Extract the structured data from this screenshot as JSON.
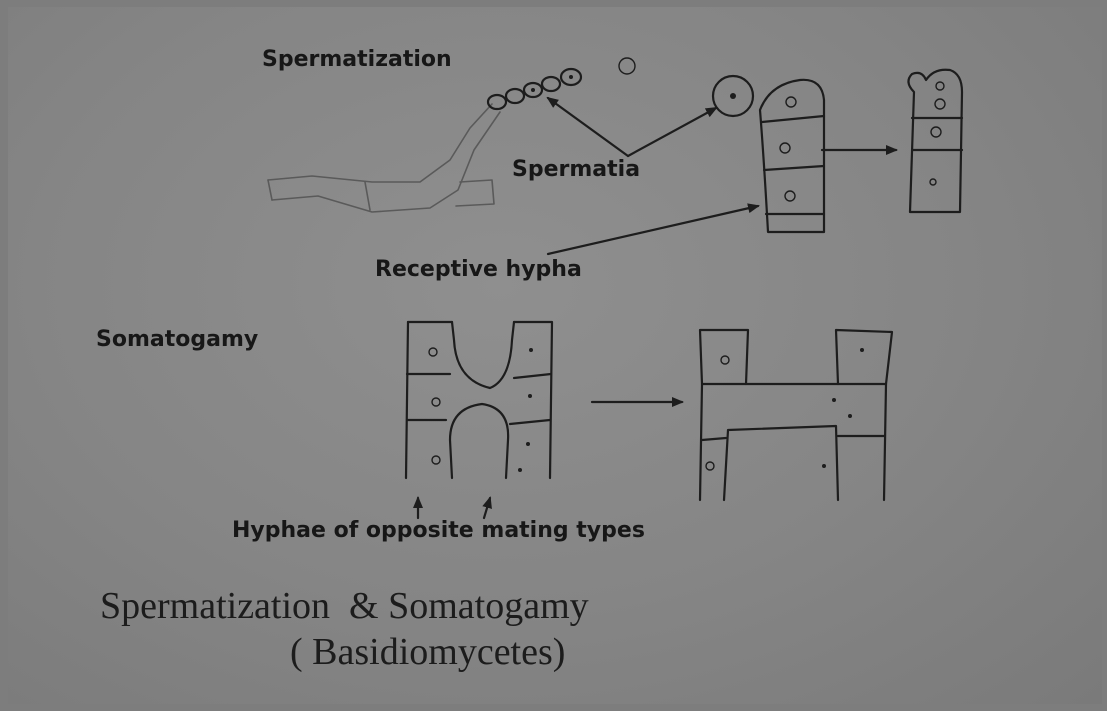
{
  "labels": {
    "spermatization": "Spermatization",
    "spermatia": "Spermatia",
    "receptive_hypha": "Receptive hypha",
    "somatogamy": "Somatogamy",
    "hyphae_opposite": "Hyphae of opposite mating types"
  },
  "caption": {
    "line1": "Spermatization  & Somatogamy",
    "line2": "( Basidiomycetes)"
  },
  "colors": {
    "background": "#858585",
    "ink": "#1d1d1d"
  }
}
